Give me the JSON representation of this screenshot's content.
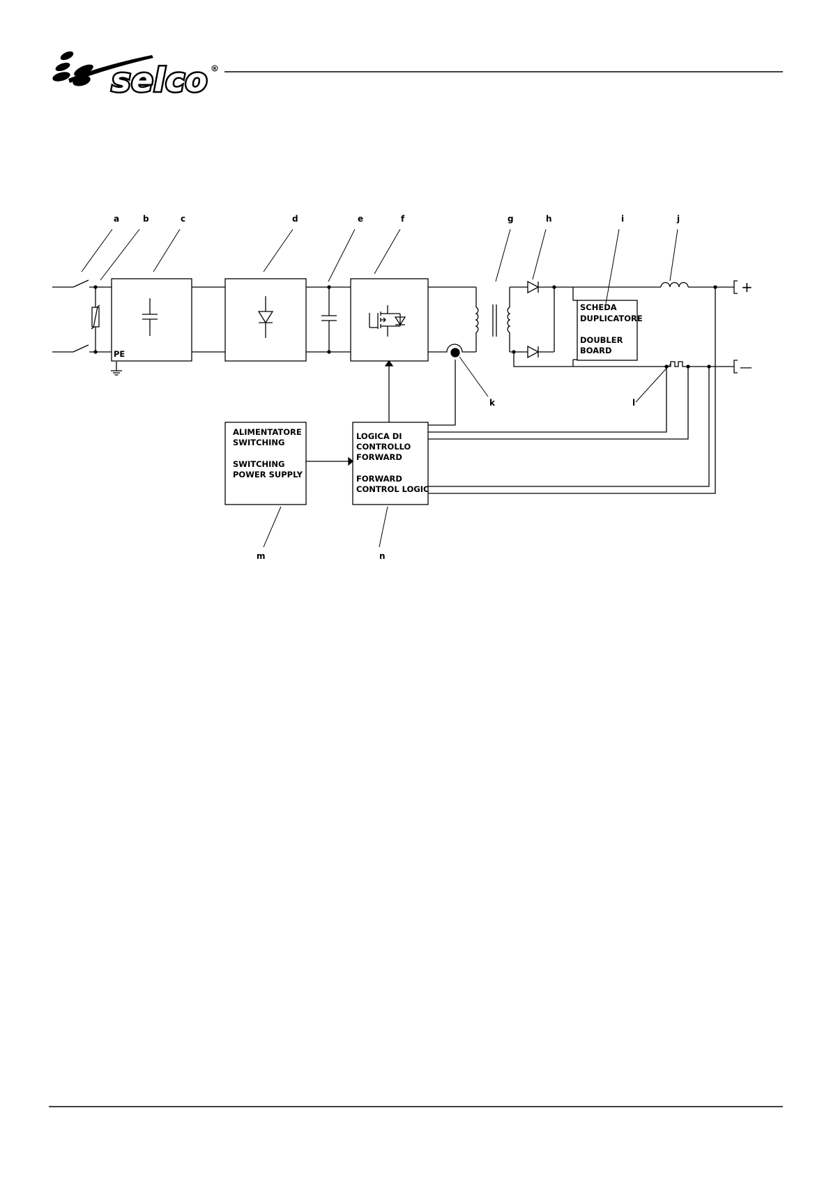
{
  "header": {
    "logo_text": "selco",
    "logo_mark": "registered-mark",
    "accent_color": "#000000"
  },
  "diagram": {
    "callouts": {
      "a": "a",
      "b": "b",
      "c": "c",
      "d": "d",
      "e": "e",
      "f": "f",
      "g": "g",
      "h": "h",
      "i": "i",
      "j": "j",
      "k": "k",
      "l": "l",
      "m": "m",
      "n": "n"
    },
    "pe_label": "PE",
    "doubler_board": [
      "SCHEDA",
      "DUPLICATORE",
      "",
      "DOUBLER",
      "BOARD"
    ],
    "switching_power_supply": [
      "ALIMENTATORE",
      "SWITCHING",
      "",
      "SWITCHING",
      "POWER SUPPLY"
    ],
    "forward_control_logic": [
      "LOGICA DI",
      "CONTROLLO",
      "FORWARD",
      "",
      "FORWARD",
      "CONTROL LOGIC"
    ],
    "terminal_plus": "+",
    "terminal_minus": "—"
  }
}
